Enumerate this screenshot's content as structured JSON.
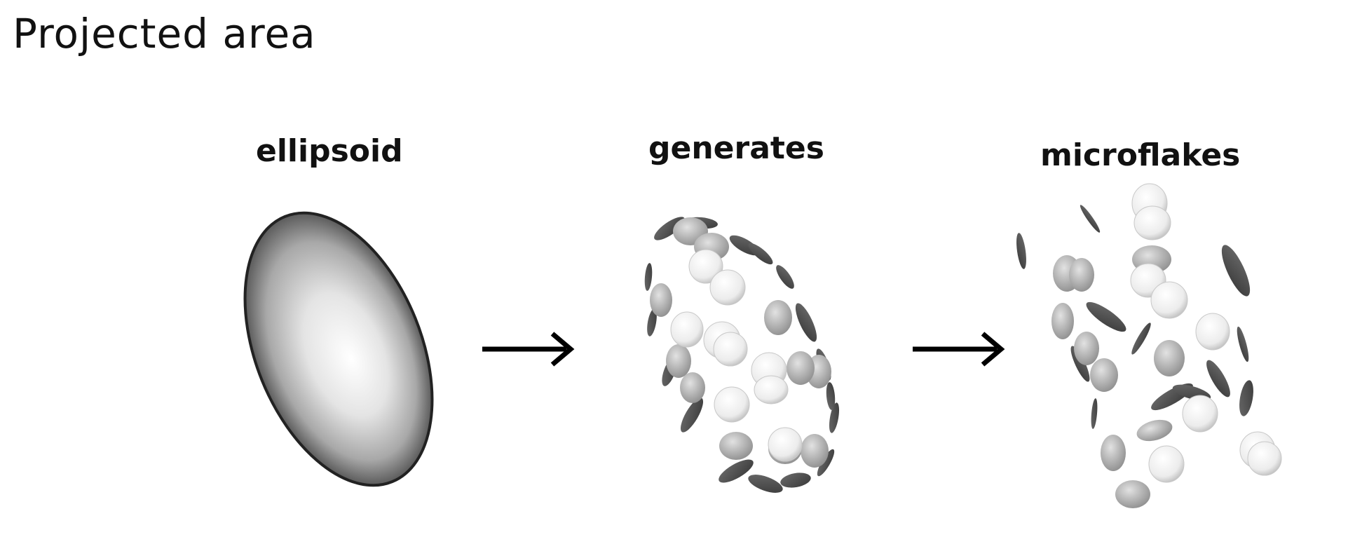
{
  "slide": {
    "title": "Projected area"
  },
  "stages": [
    {
      "label": "ellipsoid"
    },
    {
      "label": "generates"
    },
    {
      "label": "microflakes"
    }
  ]
}
